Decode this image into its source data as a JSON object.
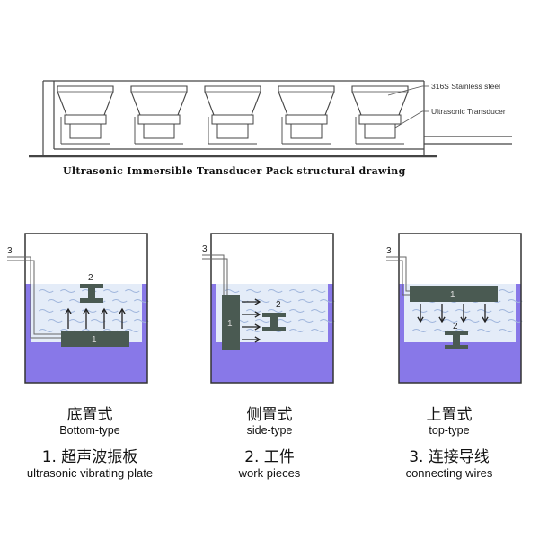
{
  "top_drawing": {
    "title": "Ultrasonic Immersible Transducer Pack structural drawing",
    "labels": {
      "steel": "316S  Stainless steel",
      "transducer": "Ultrasonic Transducer"
    }
  },
  "diagrams": [
    {
      "id": "bottom",
      "cn": "底置式",
      "en": "Bottom-type",
      "plate_num": "1",
      "work_num": "2",
      "wire_num": "3"
    },
    {
      "id": "side",
      "cn": "侧置式",
      "en": "side-type",
      "plate_num": "1",
      "work_num": "2",
      "wire_num": "3"
    },
    {
      "id": "top",
      "cn": "上置式",
      "en": "top-type",
      "plate_num": "1",
      "work_num": "2",
      "wire_num": "3"
    }
  ],
  "legend": [
    {
      "num": "1. 超声波振板",
      "en": "ultrasonic vibrating plate"
    },
    {
      "num": "2. 工件",
      "en": "work pieces"
    },
    {
      "num": "3. 连接导线",
      "en": "connecting wires"
    }
  ],
  "colors": {
    "liquid": "#8878e8",
    "liquid_light": "#e4ecf8",
    "plate": "#4a5a52",
    "line": "#333333"
  }
}
